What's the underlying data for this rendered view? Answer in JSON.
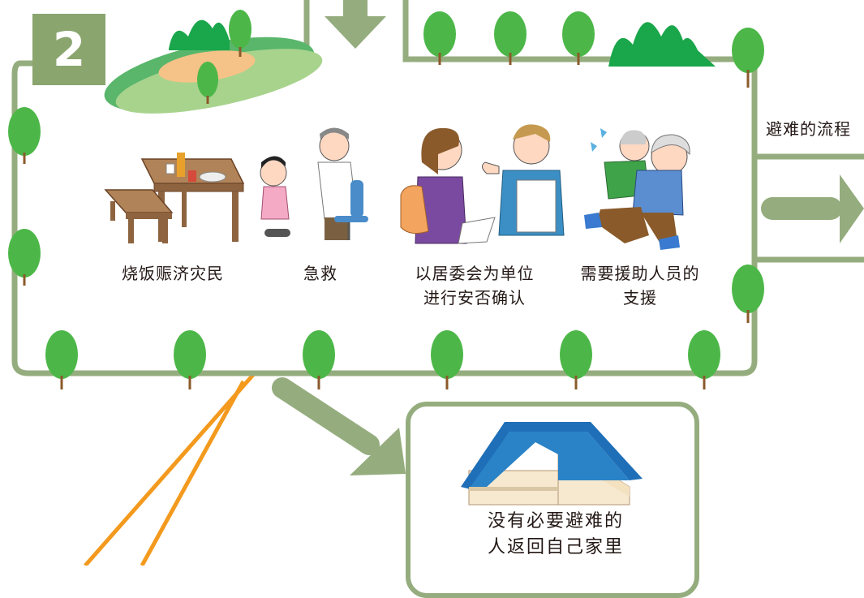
{
  "step_number": "2",
  "activities": [
    {
      "label": "烧饭赈济灾民"
    },
    {
      "label": "急救"
    },
    {
      "label_line1": "以居委会为单位",
      "label_line2": "进行安否确认"
    },
    {
      "label_line1": "需要援助人员的",
      "label_line2": "支援"
    }
  ],
  "return_home": {
    "line1": "没有必要避难的",
    "line2": "人返回自己家里"
  },
  "flow_label": "避难的流程",
  "colors": {
    "path_green": "#95ad7e",
    "tree_green": "#4cb748",
    "trunk": "#8b5a2b",
    "roof_blue": "#2a83c6",
    "orange_line": "#f39a1e"
  }
}
